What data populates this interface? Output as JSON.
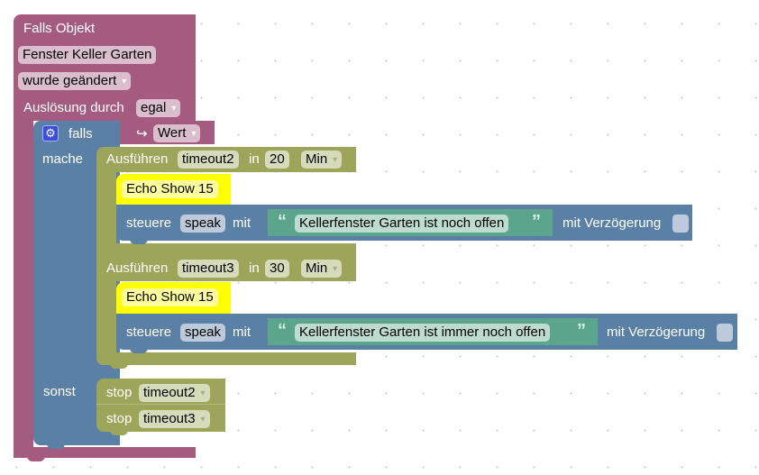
{
  "trigger": {
    "title": "Falls Objekt",
    "object": "Fenster Keller Garten",
    "condition": "wurde geändert",
    "trigger_label": "Auslösung durch",
    "trigger_value": "egal"
  },
  "if_block": {
    "falls": "falls",
    "mache": "mache",
    "sonst": "sonst",
    "value_arrow": "↪",
    "value": "Wert"
  },
  "timeouts": [
    {
      "label": "Ausführen",
      "name": "timeout2",
      "in": "in",
      "amount": "20",
      "unit": "Min",
      "device": "Echo Show 15",
      "control": "steuere",
      "state": "speak",
      "with": "mit",
      "text": "Kellerfenster Garten ist noch offen",
      "delay_label": "mit Verzögerung",
      "delay_checked": false
    },
    {
      "label": "Ausführen",
      "name": "timeout3",
      "in": "in",
      "amount": "30",
      "unit": "Min",
      "device": "Echo Show 15",
      "control": "steuere",
      "state": "speak",
      "with": "mit",
      "text": "Kellerfenster Garten ist immer noch offen",
      "delay_label": "mit Verzögerung",
      "delay_checked": false
    }
  ],
  "stops": [
    {
      "label": "stop",
      "name": "timeout2"
    },
    {
      "label": "stop",
      "name": "timeout3"
    }
  ],
  "quote_open": "“",
  "quote_close": "”",
  "colors": {
    "trigger": "#a55b80",
    "logic": "#5b80a5",
    "timeout": "#9da55b",
    "text": "#5ba58c",
    "device": "#ffff00"
  }
}
